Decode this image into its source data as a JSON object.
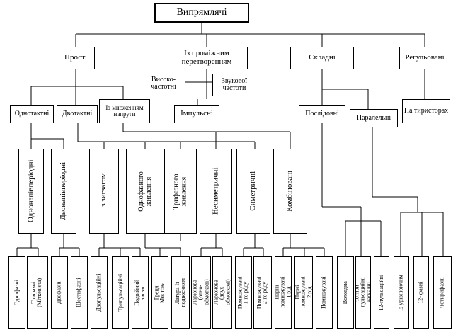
{
  "root": "Випрямлячі",
  "categories": {
    "simple": "Прості",
    "intermediate": "Із проміжним перетворенням",
    "complex": "Складні",
    "regulated": "Регульовані"
  },
  "intermediate_children": {
    "high_freq": "Високо-частотні",
    "audio_freq": "Звукової частоти",
    "pulse": "Імпульсні"
  },
  "simple_children": {
    "single_cycle": "Однотактні",
    "double_cycle": "Двотактні",
    "voltage_mult": "Із множенням напруги"
  },
  "complex_children": {
    "series": "Послідовні",
    "parallel": "Паралельні"
  },
  "regulated_children": {
    "thyristor": "На тиристорах"
  },
  "mid_groups": [
    "Однонапівперіодні",
    "Двонапівперіодні",
    "Із зигзагом",
    "Однофазного живлення",
    "Трифазного живлення",
    "Несиметричні",
    "Симетричні",
    "Комбіновані"
  ],
  "leaves": [
    "Однофазні",
    "Трифазні (Міткевича)",
    "Двофазні",
    "Шестифазні",
    "Двопульсаційні",
    "Трипульсаційні",
    "Подвійний зигзаг",
    "Греця Мостова",
    "Латура Із подвоєнням",
    "Ларіонова (одно-обмоткові)",
    "Ларіонова (двух-обмоткові)",
    "Помножувачі 1-го роду",
    "Помножувачі 2-го роду",
    "Парні помножувачі 1 рід",
    "Парні помножувачі 2 рід",
    "Помножувачі",
    "Вологдна",
    "Чотири - пульсацийні каскадні",
    "12-пульсаційні",
    "Із урівнюючим",
    "12- фазні",
    "Чотирифазні"
  ]
}
